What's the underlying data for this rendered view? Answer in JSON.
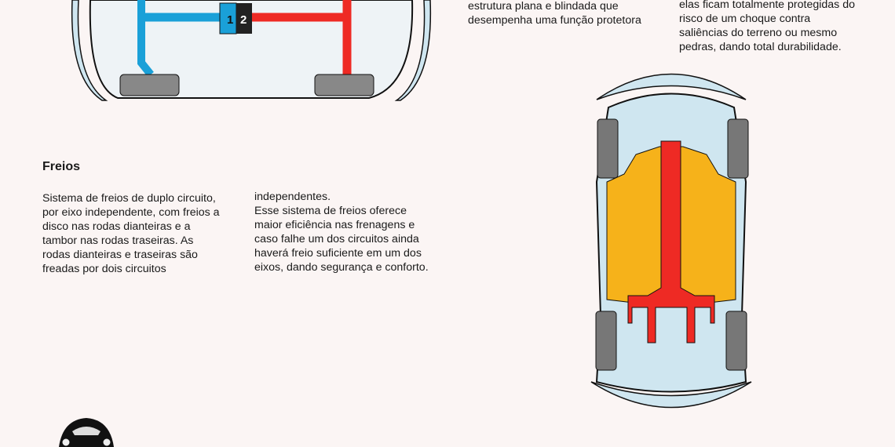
{
  "top_texts": {
    "col_a": [
      "estrutura plana e blindada que",
      "desempenha uma função protetora"
    ],
    "col_b": [
      "elas ficam totalmente protegidas do",
      "risco de um choque contra",
      "saliências do terreno ou mesmo",
      "pedras, dando total durabilidade."
    ]
  },
  "brakes": {
    "title": "Freios",
    "col_1": [
      "Sistema de freios de duplo circuito,",
      "por eixo independente, com freios a",
      "disco nas rodas dianteiras e a",
      "tambor nas rodas traseiras. As",
      "rodas dianteiras e traseiras são",
      "freadas por dois circuitos"
    ],
    "col_2": [
      "independentes.",
      "Esse sistema de freios oferece",
      "maior eficiência nas frenagens e",
      "caso falhe um dos circuitos ainda",
      "haverá freio suficiente em um dos",
      "eixos, dando segurança e conforto."
    ]
  },
  "diagram": {
    "circuit_1": "1",
    "circuit_2": "2"
  },
  "colors": {
    "blue": "#1aa0d8",
    "red": "#ee2a24",
    "body": "#cfe6f0",
    "orange": "#f6b21a"
  }
}
